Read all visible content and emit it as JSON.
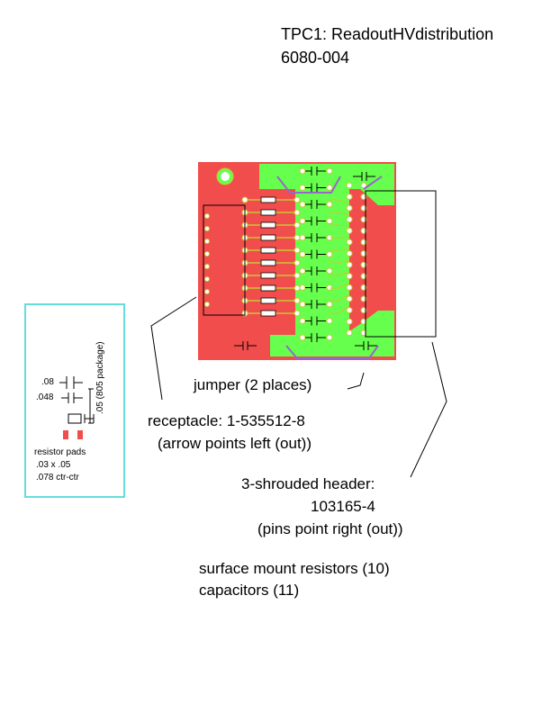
{
  "title": {
    "line1": "TPC1: ReadoutHVdistribution",
    "line2": "6080-004"
  },
  "colors": {
    "board_red": "#f24d4d",
    "copper_green": "#66ff4d",
    "trace_outline": "#c8c832",
    "jumper_purple": "#9966cc",
    "inset_border": "#66dddd",
    "pad_red": "#f24d4d"
  },
  "labels": {
    "jumper": "jumper (2 places)",
    "receptacle_line1": "receptacle: 1-535512-8",
    "receptacle_line2": "(arrow points left (out))",
    "header_line1": "3-shrouded header:",
    "header_line2": "103165-4",
    "header_line3": "(pins point right (out))",
    "resistors": "surface mount resistors (10)",
    "capacitors": "capacitors (11)"
  },
  "inset": {
    "dim_08": ".08",
    "dim_048": ".048",
    "dim_05": ".05 (805 package)",
    "resistor_pads": "resistor pads",
    "pad_size": ".03 x .05",
    "pad_spacing": ".078 ctr-ctr"
  }
}
